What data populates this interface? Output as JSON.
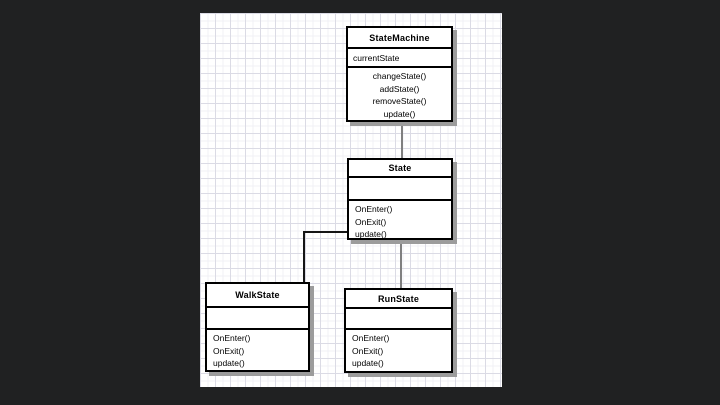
{
  "workspace": {
    "background_color": "#202122",
    "paper_color": "#ffffff",
    "grid_major_color": "#dbdbe5",
    "grid_minor_color": "#f1f1f6",
    "box_border_color": "#000000",
    "box_shadow_color": "#9c9c9c",
    "connector_color": "#808080",
    "connector_dark_color": "#151515"
  },
  "diagram": {
    "classes": [
      {
        "title": "StateMachine",
        "attributes": [
          "currentState"
        ],
        "methods": [
          "changeState()",
          "addState()",
          "removeState()",
          "update()"
        ],
        "methods_align": "center"
      },
      {
        "title": "State",
        "attributes": [],
        "methods": [
          "OnEnter()",
          "OnExit()",
          "update()"
        ],
        "methods_align": "left"
      },
      {
        "title": "WalkState",
        "attributes": [],
        "methods": [
          "OnEnter()",
          "OnExit()",
          "update()"
        ],
        "methods_align": "left"
      },
      {
        "title": "RunState",
        "attributes": [],
        "methods": [
          "OnEnter()",
          "OnExit()",
          "update()"
        ],
        "methods_align": "left"
      }
    ],
    "connectors": [
      {
        "from": "StateMachine",
        "to": "State"
      },
      {
        "from": "State",
        "to": "RunState"
      },
      {
        "from": "State",
        "to": "WalkState"
      }
    ]
  }
}
